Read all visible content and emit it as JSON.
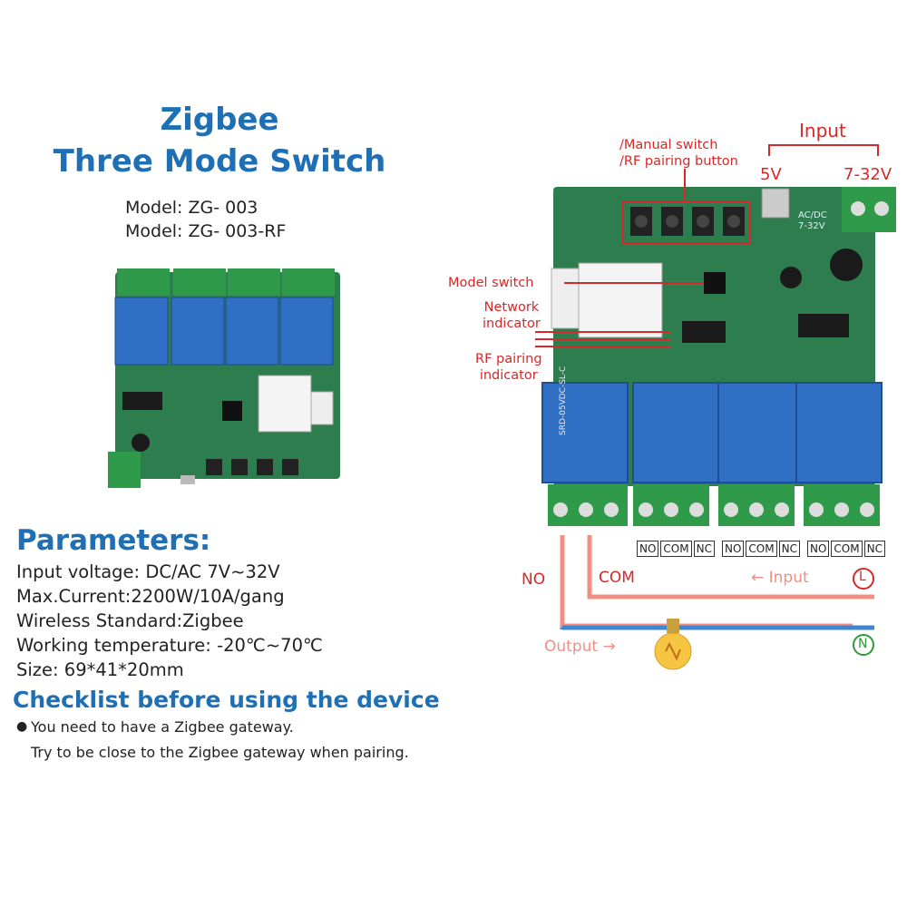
{
  "header": {
    "title_line1": "Zigbee",
    "title_line2": "Three Mode Switch",
    "model1": "Model:  ZG- 003",
    "model2": "Model:  ZG- 003-RF"
  },
  "parameters": {
    "heading": "Parameters:",
    "items": [
      "Input voltage:  DC/AC 7V~32V",
      "Max.Current:2200W/10A/gang",
      "Wireless Standard:Zigbee",
      "Working temperature: -20℃~70℃",
      "Size: 69*41*20mm"
    ]
  },
  "checklist": {
    "heading": "Checklist before using the device",
    "line1": "You need to have a Zigbee gateway.",
    "line2": "Try to be close to the Zigbee gateway when pairing."
  },
  "diagram": {
    "input_label": "Input",
    "v5_label": "5V",
    "v732_label": "7-32V",
    "manual_switch_label": "/Manual switch",
    "rf_button_label": "/RF pairing button",
    "model_switch_label": "Model switch",
    "network_indicator_label": "Network\nindicator",
    "rf_indicator_label": "RF pairing\nindicator",
    "terminal_labels": [
      "NO",
      "COM",
      "NC",
      "NO",
      "COM",
      "NC",
      "NO",
      "COM",
      "NC"
    ],
    "no_label": "NO",
    "com_label": "COM",
    "input_arrow_label": "←  Input",
    "l_symbol": "L",
    "n_symbol": "N",
    "output_label": "Output  →",
    "relay_text": "SRD-05VDC-SL-C",
    "board_text": "AC/DC\n7-32V"
  },
  "colors": {
    "accent_blue": "#1f6fb5",
    "pcb_green": "#2e7d4f",
    "relay_blue": "#2f6fc4",
    "terminal_green": "#2f9a4a",
    "callout_red": "#d62828",
    "live_wire": "#ef8f86",
    "neutral_wire": "#3f86d0",
    "neutral_symbol": "#2e9b3a"
  }
}
